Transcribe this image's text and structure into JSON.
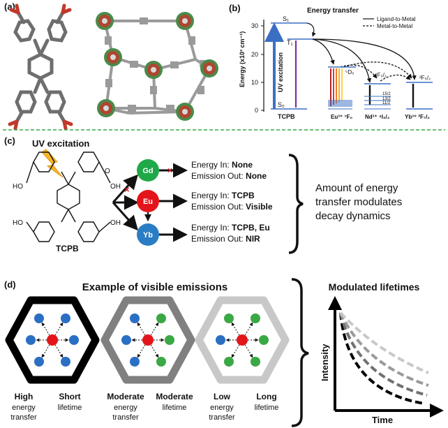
{
  "panel_a": {
    "label": "(a)"
  },
  "panel_b": {
    "label": "(b)",
    "legend_title": "Energy transfer",
    "legend_ligand": "Ligand-to-Metal",
    "legend_metal": "Metal-to-Metal",
    "y_axis_label": "Energy (x10³ cm⁻¹)",
    "y_ticks": [
      "30",
      "20",
      "10",
      "0"
    ],
    "uv_excitation": "UV excitation",
    "s1": "S₁",
    "t1": "T₁",
    "s0": "S₀",
    "tcpb": "TCPB",
    "eu_5d0": "⁵D₀",
    "eu_label": "Eu³⁺ ⁷F₀",
    "nd_4f32": "⁴F₃/₂",
    "nd_label": "Nd³⁺ ⁴I₉/₂",
    "nd_levels": [
      "15/2",
      "13/2",
      "11/2"
    ],
    "yb_2f52": "²F₅/₂",
    "yb_label": "Yb³⁺ ²F₇/₂",
    "eu_level_colors": [
      "#b22222",
      "#e03a2a",
      "#f07b2a",
      "#f5b52a",
      "#ffd24a"
    ]
  },
  "panel_c": {
    "label": "(c)",
    "uv_excitation": "UV excitation",
    "tcpb": "TCPB",
    "nodes": [
      {
        "name": "Gd",
        "color": "#1fa847"
      },
      {
        "name": "Eu",
        "color": "#e3151b"
      },
      {
        "name": "Yb",
        "color": "#2a7dc4"
      }
    ],
    "rows": [
      {
        "in_label": "Energy In: ",
        "in_value": "None",
        "out_label": "Emission Out: ",
        "out_value": "None"
      },
      {
        "in_label": "Energy In: ",
        "in_value": "TCPB",
        "out_label": "Emission Out: ",
        "out_value": "Visible"
      },
      {
        "in_label": "Energy In: ",
        "in_value": "TCPB, Eu",
        "out_label": "Emission Out: ",
        "out_value": "NIR"
      }
    ],
    "summary": [
      "Amount of energy",
      "transfer modulates",
      "decay dynamics"
    ],
    "ho": "HO",
    "oh": "OH",
    "o": "O"
  },
  "panel_d": {
    "label": "(d)",
    "title": "Example of visible emissions",
    "hexagons": [
      {
        "left_bold": "High",
        "left_rest": [
          "energy",
          "transfer"
        ],
        "right_bold": "Short",
        "right_rest": [
          "lifetime"
        ],
        "color": "#000000"
      },
      {
        "left_bold": "Moderate",
        "left_rest": [
          "energy",
          "transfer"
        ],
        "right_bold": "Moderate",
        "right_rest": [
          "lifetime"
        ],
        "color": "#808080"
      },
      {
        "left_bold": "Low",
        "left_rest": [
          "energy",
          "transfer"
        ],
        "right_bold": "Long",
        "right_rest": [
          "lifetime"
        ],
        "color": "#c8c8c8"
      }
    ],
    "lifetimes_title": "Modulated lifetimes",
    "x_axis": "Time",
    "y_axis": "Intensity",
    "decay_colors": [
      "#000000",
      "#707070",
      "#9a9a9a",
      "#c8c8c8"
    ]
  },
  "colors": {
    "blue": "#2a6fc4",
    "green": "#3aa845",
    "red": "#e3151b",
    "divider": "#3aa845",
    "stick_red": "#c0392b"
  }
}
